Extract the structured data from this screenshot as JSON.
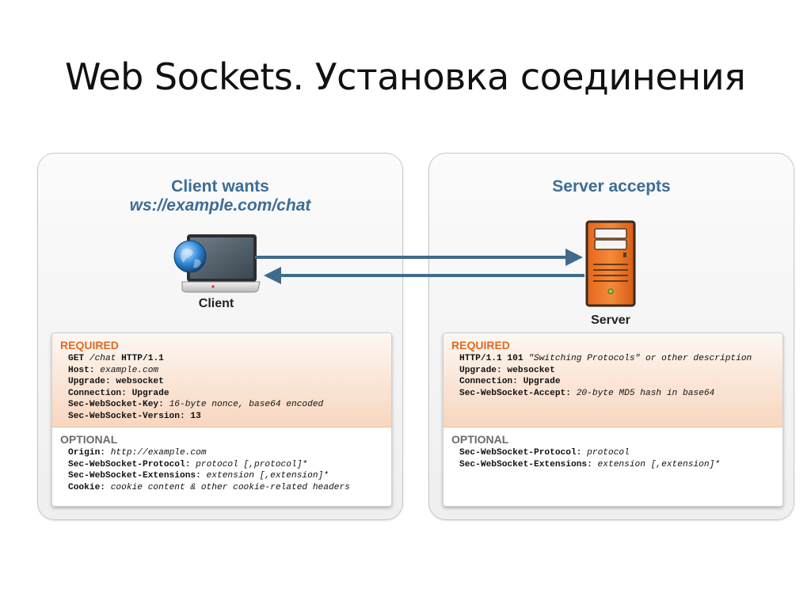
{
  "slide": {
    "title": "Web Sockets. Установка соединения"
  },
  "client": {
    "heading": "Client wants",
    "url": "ws://example.com/chat",
    "device_label": "Client",
    "required": {
      "title": "REQUIRED",
      "lines": [
        {
          "k1": "GET",
          "v1": " /chat ",
          "k2": "HTTP/1.1",
          "v2": ""
        },
        {
          "k1": "Host:",
          "v1": " example.com",
          "k2": "",
          "v2": ""
        },
        {
          "k1": "Upgrade: websocket",
          "v1": "",
          "k2": "",
          "v2": ""
        },
        {
          "k1": "Connection: Upgrade",
          "v1": "",
          "k2": "",
          "v2": ""
        },
        {
          "k1": "Sec-WebSocket-Key:",
          "v1": " 16-byte nonce, base64 encoded",
          "k2": "",
          "v2": ""
        },
        {
          "k1": "Sec-WebSocket-Version: 13",
          "v1": "",
          "k2": "",
          "v2": ""
        }
      ]
    },
    "optional": {
      "title": "OPTIONAL",
      "lines": [
        {
          "k1": "Origin:",
          "v1": " http://example.com",
          "k2": "",
          "v2": ""
        },
        {
          "k1": "Sec-WebSocket-Protocol:",
          "v1": " protocol [,protocol]*",
          "k2": "",
          "v2": ""
        },
        {
          "k1": "Sec-WebSocket-Extensions:",
          "v1": " extension [,extension]*",
          "k2": "",
          "v2": ""
        },
        {
          "k1": "Cookie:",
          "v1": " cookie content & other cookie-related headers",
          "k2": "",
          "v2": ""
        }
      ]
    }
  },
  "server": {
    "heading": "Server accepts",
    "device_label": "Server",
    "required": {
      "title": "REQUIRED",
      "lines": [
        {
          "k1": "HTTP/1.1 101",
          "v1": " \"Switching Protocols\" or other description",
          "k2": "",
          "v2": ""
        },
        {
          "k1": "Upgrade: websocket",
          "v1": "",
          "k2": "",
          "v2": ""
        },
        {
          "k1": "Connection: Upgrade",
          "v1": "",
          "k2": "",
          "v2": ""
        },
        {
          "k1": "Sec-WebSocket-Accept:",
          "v1": " 20-byte MD5 hash in base64",
          "k2": "",
          "v2": ""
        }
      ]
    },
    "optional": {
      "title": "OPTIONAL",
      "lines": [
        {
          "k1": "Sec-WebSocket-Protocol:",
          "v1": " protocol",
          "k2": "",
          "v2": ""
        },
        {
          "k1": "Sec-WebSocket-Extensions:",
          "v1": " extension [,extension]*",
          "k2": "",
          "v2": ""
        }
      ]
    }
  },
  "colors": {
    "heading": "#3d6d95",
    "arrow": "#3f6b8c",
    "required_title": "#e06a22",
    "optional_title": "#6b6b6b",
    "server_body": "#f07d2c"
  }
}
